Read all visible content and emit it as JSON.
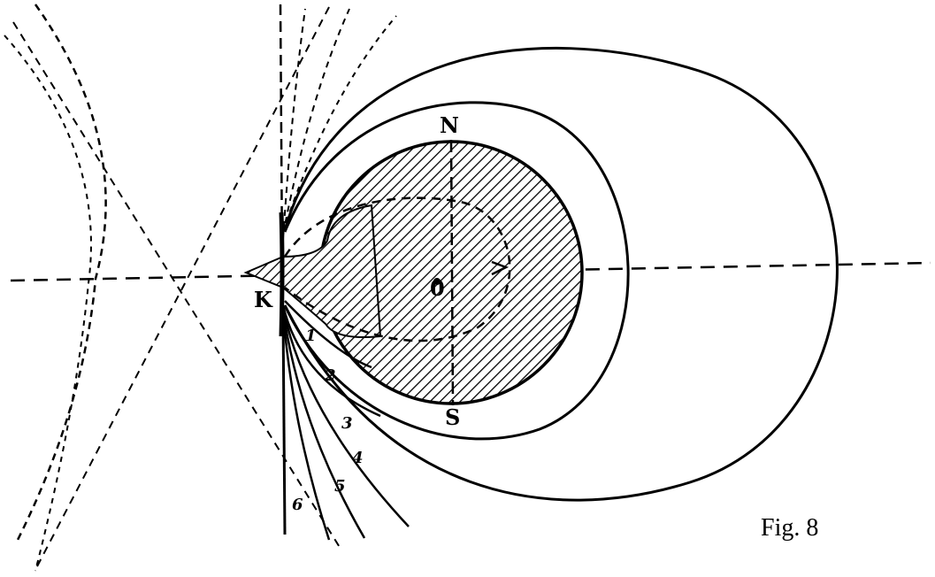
{
  "figure": {
    "caption": "Fig. 8",
    "labels": {
      "north": "N",
      "south": "S",
      "center": "0",
      "cusp": "K"
    },
    "curve_numbers": [
      "1",
      "2",
      "3",
      "4",
      "5",
      "6"
    ],
    "colors": {
      "ink": "#000000",
      "paper": "#ffffff"
    }
  }
}
